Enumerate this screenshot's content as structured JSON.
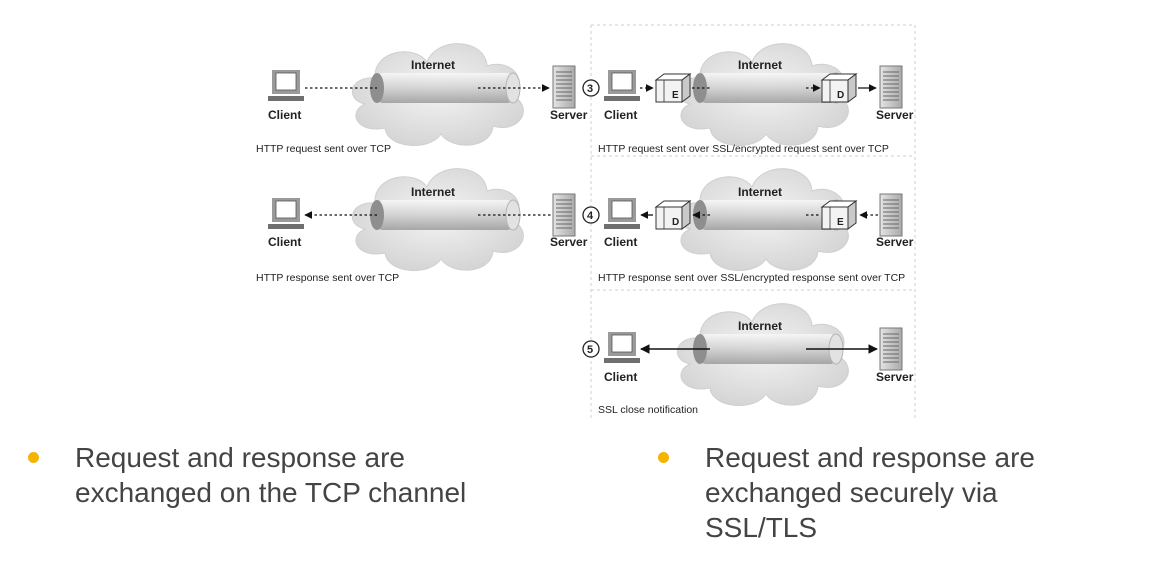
{
  "colors": {
    "bullet": "#f4b400",
    "text": "#444444"
  },
  "diagram": {
    "rows": [
      {
        "left": {
          "cloud_label": "Internet",
          "client_label": "Client",
          "server_label": "Server",
          "caption": "HTTP request sent over TCP"
        },
        "step": "3",
        "right": {
          "cloud_label": "Internet",
          "client_label": "Client",
          "server_label": "Server",
          "client_box_tag": "E",
          "server_box_tag": "D",
          "caption": "HTTP request sent over SSL/encrypted request sent over TCP"
        }
      },
      {
        "left": {
          "cloud_label": "Internet",
          "client_label": "Client",
          "server_label": "Server",
          "caption": "HTTP response sent over TCP"
        },
        "step": "4",
        "right": {
          "cloud_label": "Internet",
          "client_label": "Client",
          "server_label": "Server",
          "client_box_tag": "D",
          "server_box_tag": "E",
          "caption": "HTTP response sent over SSL/encrypted response sent over TCP"
        }
      },
      {
        "step": "5",
        "right": {
          "cloud_label": "Internet",
          "client_label": "Client",
          "server_label": "Server",
          "caption": "SSL close notification"
        }
      }
    ]
  },
  "bullets": [
    {
      "line1": "Request and response are",
      "line2": "exchanged on the TCP channel",
      "line3": ""
    },
    {
      "line1": "Request and response are",
      "line2": "exchanged securely via",
      "line3": "SSL/TLS"
    }
  ]
}
